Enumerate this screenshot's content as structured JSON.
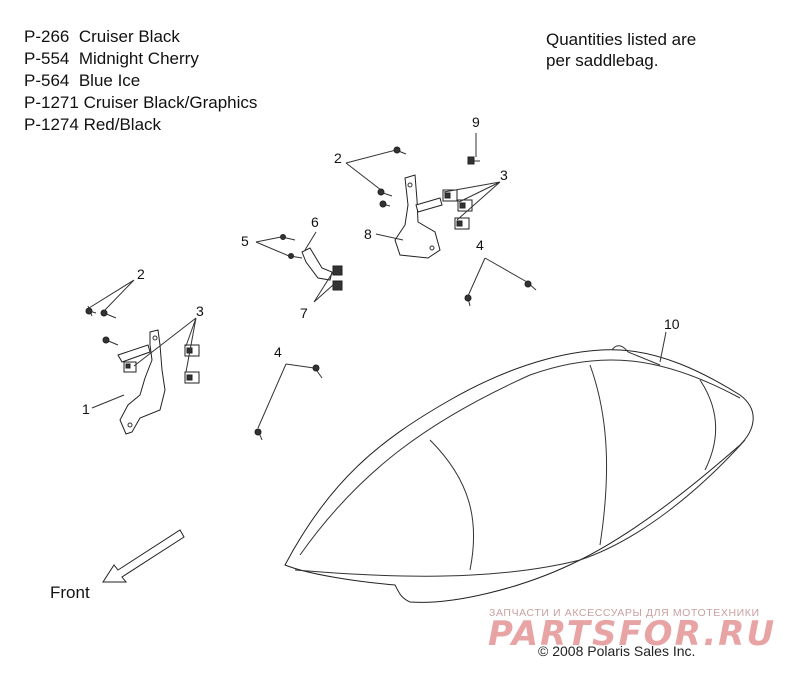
{
  "color_list": [
    {
      "code": "P-266",
      "name": "Cruiser Black"
    },
    {
      "code": "P-554",
      "name": "Midnight Cherry"
    },
    {
      "code": "P-564",
      "name": "Blue Ice"
    },
    {
      "code": "P-1271",
      "name": "Cruiser Black/Graphics"
    },
    {
      "code": "P-1274",
      "name": "Red/Black"
    }
  ],
  "note": {
    "line1": "Quantities listed are",
    "line2": "per saddlebag."
  },
  "callouts": {
    "c1": "1",
    "c2a": "2",
    "c2b": "2",
    "c3a": "3",
    "c3b": "3",
    "c4a": "4",
    "c4b": "4",
    "c5": "5",
    "c6": "6",
    "c7": "7",
    "c8": "8",
    "c9": "9",
    "c10": "10"
  },
  "front_label": "Front",
  "watermark": {
    "tagline": "ЗАПЧАСТИ И АКСЕССУАРЫ ДЛЯ МОТОТЕХНИКИ",
    "logo": "PARTSFOR.RU"
  },
  "copyright": "© 2008 Polaris Sales Inc."
}
